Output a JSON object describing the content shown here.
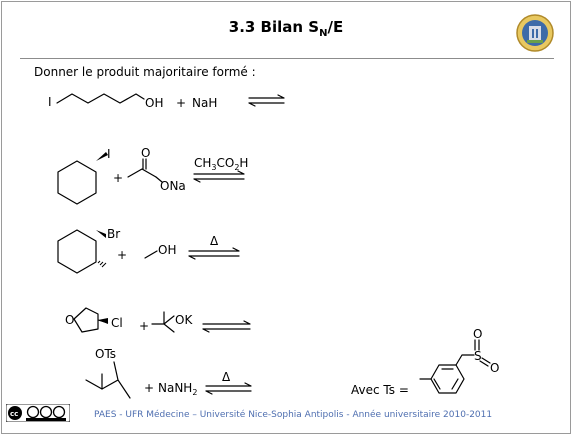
{
  "slide": {
    "title": "3.3 Bilan S",
    "title_sub": "N",
    "title_tail": "/E",
    "instruction": "Donner le produit majoritaire formé :",
    "footer": "PAES - UFR Médecine – Université Nice-Sophia Antipolis - Année universitaire 2010-2011"
  },
  "reactions": [
    {
      "left": "I",
      "right": "OH",
      "plus": "+",
      "reagent": "NaH"
    },
    {
      "left": "I",
      "reagent2": "ONa",
      "plus": "+",
      "solvent": "CH",
      "solvent_sub1": "3",
      "solvent_mid": "CO",
      "solvent_sub2": "2",
      "solvent_tail": "H",
      "o": "O"
    },
    {
      "halogen": "Br",
      "plus": "+",
      "reagent": "OH",
      "heat": "Δ"
    },
    {
      "o": "O",
      "halogen": "Cl",
      "plus": "+",
      "reagent": "OK"
    },
    {
      "leaving": "OTs",
      "plus": "+",
      "reagent": "NaNH",
      "reagent_sub": "2",
      "heat": "Δ",
      "ts_label": "Avec Ts =",
      "s": "S",
      "o1": "O",
      "o2": "O"
    }
  ],
  "colors": {
    "footer": "#4f6fb0",
    "rule": "#8c8c8c"
  },
  "icons": {
    "logo": "university-seal-icon",
    "license": "creative-commons-icon"
  }
}
